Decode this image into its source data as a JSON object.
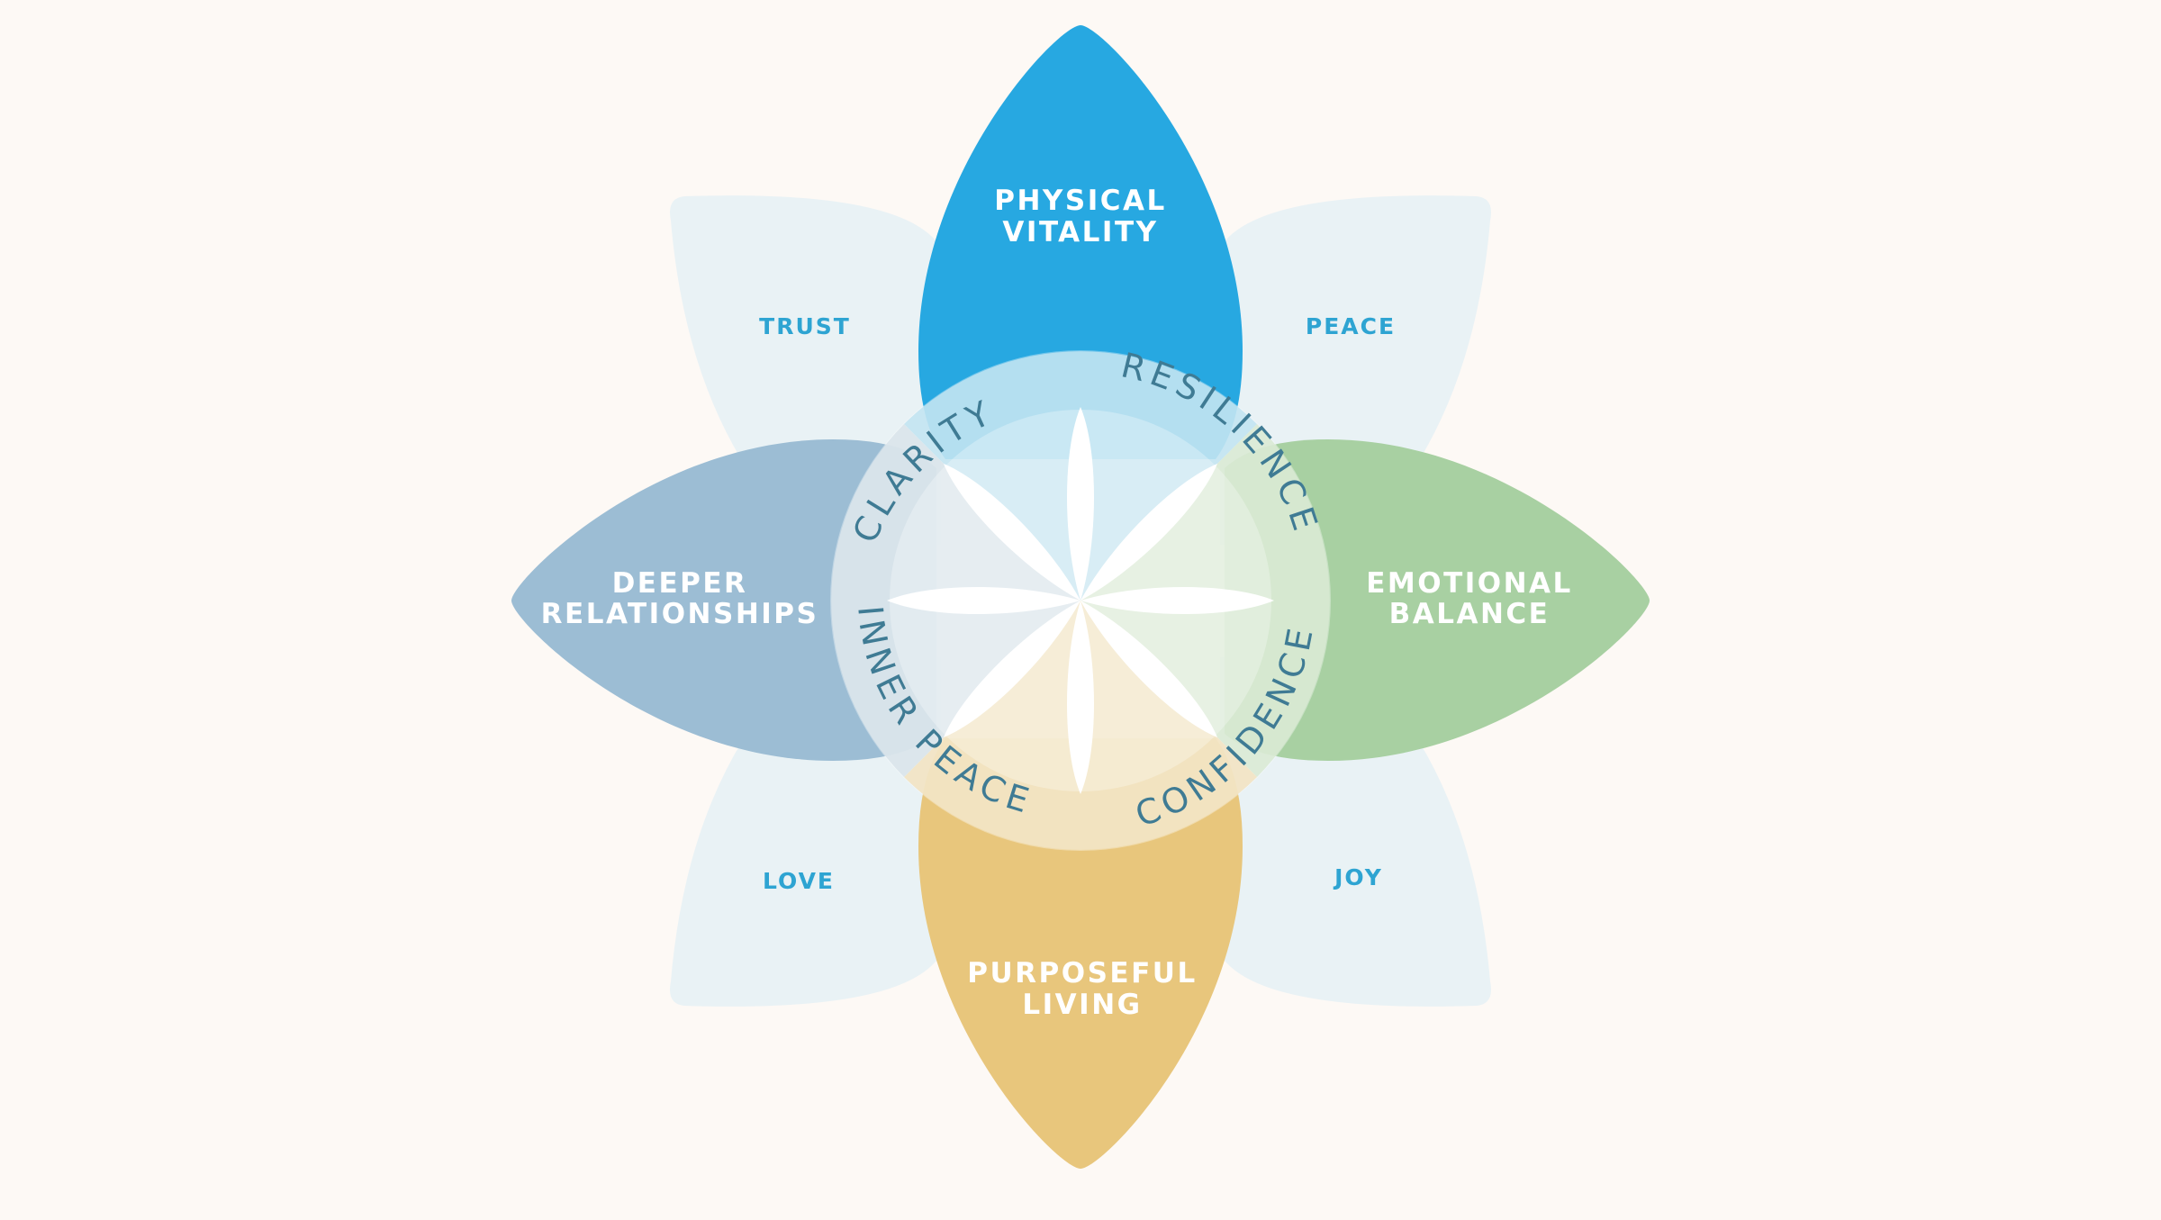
{
  "colors": {
    "background": "#fdf9f5",
    "physical": "#27a8e1",
    "emotional": "#a8d0a2",
    "purposeful": "#e8c67c",
    "relationships": "#9cbdd4",
    "minor_petal": "#e9f2f5",
    "minor_text": "#2ea4d2",
    "ring_text": "#3f7b94"
  },
  "petals": {
    "physical": {
      "line1": "PHYSICAL",
      "line2": "VITALITY"
    },
    "emotional": {
      "line1": "EMOTIONAL",
      "line2": "BALANCE"
    },
    "purposeful": {
      "line1": "PURPOSEFUL",
      "line2": "LIVING"
    },
    "relationships": {
      "line1": "DEEPER",
      "line2": "RELATIONSHIPS"
    }
  },
  "minor_petals": {
    "trust": "TRUST",
    "peace": "PEACE",
    "love": "LOVE",
    "joy": "JOY"
  },
  "ring": {
    "clarity": "CLARITY",
    "resilience": "RESILIENCE",
    "inner_peace": "INNER PEACE",
    "confidence": "CONFIDENCE"
  }
}
